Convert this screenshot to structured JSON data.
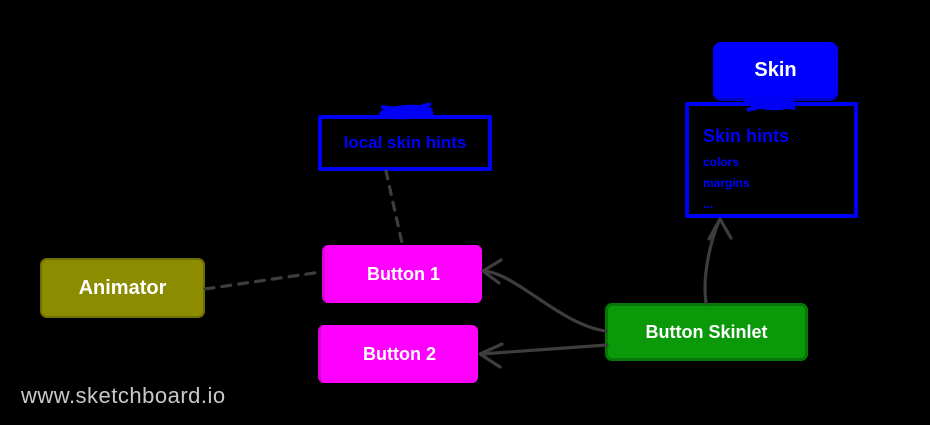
{
  "diagram": {
    "watermark": "www.sketchboard.io",
    "background_color": "#000000",
    "connector_color": "#3d3d3d",
    "watermark_color": "#c9c9c9",
    "nodes": {
      "skin": {
        "label": "Skin",
        "fill": "#0000ff",
        "text_color": "#ffffff"
      },
      "skin_hints": {
        "title": "Skin hints",
        "items": [
          "colors",
          "margins",
          "..."
        ],
        "border_color": "#0000ff",
        "text_color": "#0000ff"
      },
      "local_skin_hints": {
        "label": "local skin hints",
        "border_color": "#0000ff",
        "text_color": "#0000ff"
      },
      "animator": {
        "label": "Animator",
        "fill": "#8c8c00",
        "text_color": "#ffffff"
      },
      "button1": {
        "label": "Button 1",
        "fill": "#ff00ff",
        "text_color": "#ffffff"
      },
      "button2": {
        "label": "Button 2",
        "fill": "#ff00ff",
        "text_color": "#ffffff"
      },
      "button_skinlet": {
        "label": "Button Skinlet",
        "fill": "#099909",
        "text_color": "#ffffff"
      }
    },
    "connectors": [
      {
        "id": "animator-to-button1",
        "from": "animator",
        "to": "button1",
        "style": "dashed",
        "arrowhead": false
      },
      {
        "id": "local-skin-hints-to-button1",
        "from": "local_skin_hints",
        "to": "button1",
        "style": "dashed",
        "arrowhead": false
      },
      {
        "id": "button-skinlet-to-button1",
        "from": "button_skinlet",
        "to": "button1",
        "style": "solid",
        "arrowhead": true
      },
      {
        "id": "button-skinlet-to-button2",
        "from": "button_skinlet",
        "to": "button2",
        "style": "solid",
        "arrowhead": true
      },
      {
        "id": "button-skinlet-to-skin-hints",
        "from": "button_skinlet",
        "to": "skin_hints",
        "style": "solid",
        "arrowhead": true
      }
    ]
  }
}
